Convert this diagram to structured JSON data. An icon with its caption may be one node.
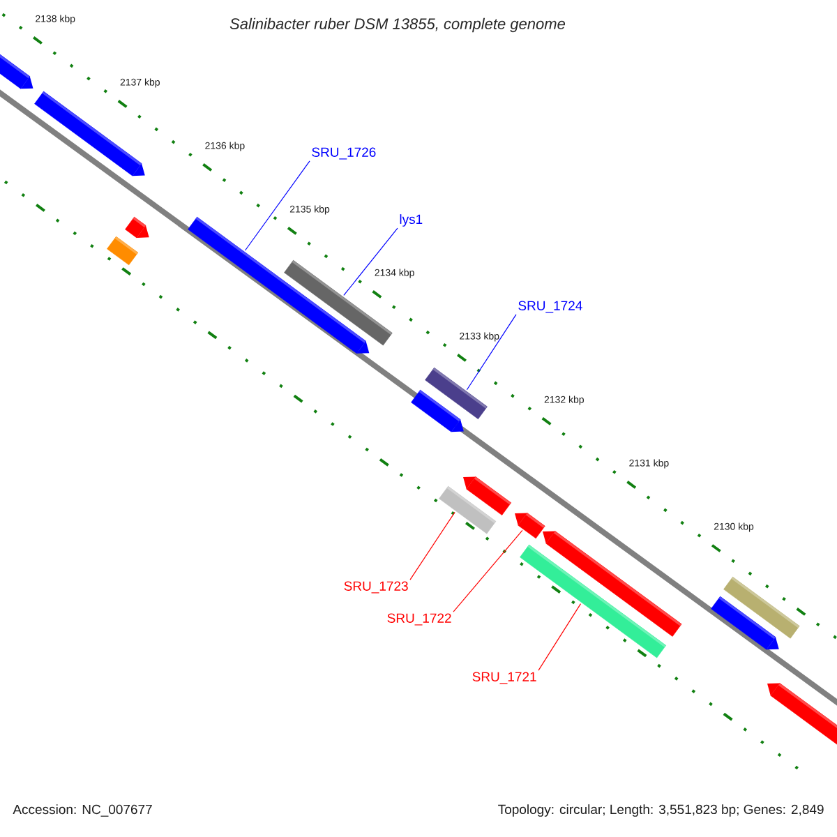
{
  "diagram": {
    "title": "Salinibacter ruber DSM 13855, complete genome",
    "nodes": [
      {
        "text": [
          "SRU_1726"
        ]
      },
      {
        "text": [],
        "shape": "bar"
      },
      {
        "text": [
          "lys1"
        ]
      },
      {
        "text": [],
        "shape": "bar"
      },
      {
        "text": [
          "SRU_1724"
        ]
      },
      {
        "text": [],
        "shape": "bar"
      },
      {
        "text": [
          "SRU_1723"
        ]
      },
      {
        "text": [],
        "shape": "bar"
      },
      {
        "text": [
          "SRU_1722"
        ]
      },
      {
        "text": [],
        "shape": "bar"
      },
      {
        "text": [
          "SRU_1721"
        ]
      },
      {
        "text": [],
        "shape": "bar"
      }
    ],
    "edges": [
      {
        "from": 0,
        "to": 1,
        "arrow": "none",
        "color": "#0000ff"
      },
      {
        "from": 2,
        "to": 3,
        "arrow": "none",
        "color": "#0000ff"
      },
      {
        "from": 4,
        "to": 5,
        "arrow": "none",
        "color": "#0000ff"
      },
      {
        "from": 6,
        "to": 7,
        "arrow": "none",
        "color": "#ff0000"
      },
      {
        "from": 8,
        "to": 9,
        "arrow": "none",
        "color": "#ff0000"
      },
      {
        "from": 10,
        "to": 11,
        "arrow": "none",
        "color": "#ff0000"
      }
    ],
    "labels": [
      "2138 kbp",
      "2137 kbp",
      "2136 kbp",
      "2135 kbp",
      "2134 kbp",
      "2133 kbp",
      "2132 kbp",
      "2131 kbp",
      "2130 kbp",
      "Accession: NC_007677",
      "Topology: circular; Length: 3,551,823 bp; Genes: 2,849"
    ]
  }
}
